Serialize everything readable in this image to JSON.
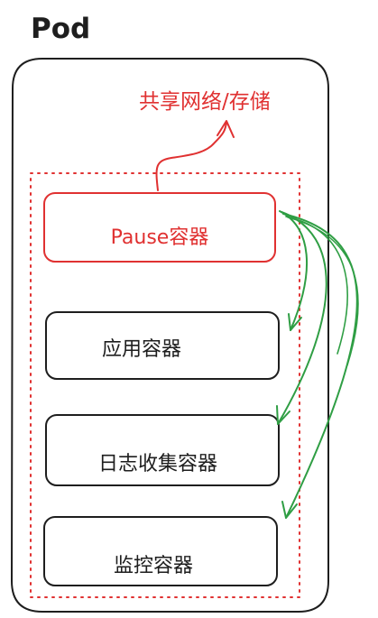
{
  "diagram": {
    "title": "Pod",
    "shared_resources_label": "共享网络/存储",
    "containers": [
      {
        "label": "Pause容器"
      },
      {
        "label": "应用容器"
      },
      {
        "label": "日志收集容器"
      },
      {
        "label": "监控容器"
      }
    ]
  },
  "colors": {
    "ink": "#1e1e1e",
    "red": "#e03131",
    "green": "#2f9e44",
    "background": "#ffffff"
  }
}
